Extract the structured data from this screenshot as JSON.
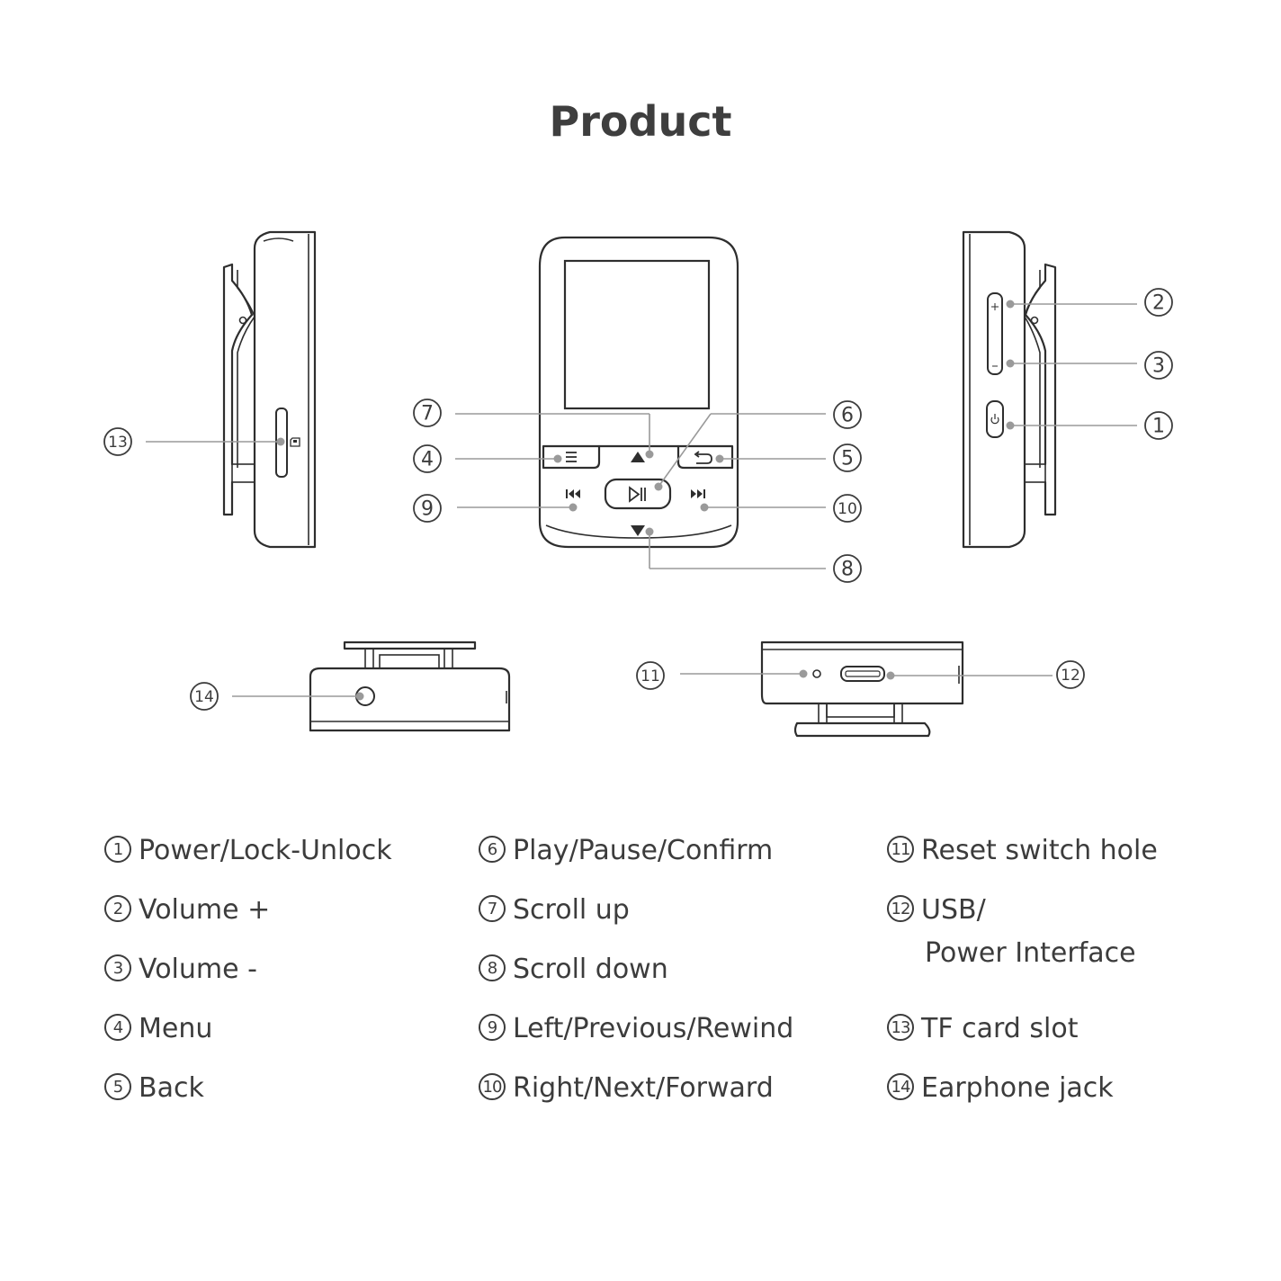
{
  "title": "Product",
  "legend": [
    {
      "num": "1",
      "text": "Power/Lock-Unlock"
    },
    {
      "num": "2",
      "text": "Volume +"
    },
    {
      "num": "3",
      "text": "Volume -"
    },
    {
      "num": "4",
      "text": "Menu"
    },
    {
      "num": "5",
      "text": "Back"
    },
    {
      "num": "6",
      "text": "Play/Pause/Confirm"
    },
    {
      "num": "7",
      "text": "Scroll up"
    },
    {
      "num": "8",
      "text": "Scroll down"
    },
    {
      "num": "9",
      "text": "Left/Previous/Rewind"
    },
    {
      "num": "10",
      "text": "Right/Next/Forward"
    },
    {
      "num": "11",
      "text": "Reset switch hole"
    },
    {
      "num": "12",
      "text": "USB/",
      "text2": "Power Interface"
    },
    {
      "num": "13",
      "text": "TF card slot"
    },
    {
      "num": "14",
      "text": "Earphone jack"
    }
  ],
  "callouts": [
    "1",
    "2",
    "3",
    "4",
    "5",
    "6",
    "7",
    "8",
    "9",
    "10",
    "11",
    "12",
    "13",
    "14"
  ],
  "icons": [
    "menu-icon",
    "back-icon",
    "play-pause-icon",
    "previous-icon",
    "next-icon",
    "up-arrow-icon",
    "down-arrow-icon",
    "power-icon",
    "sd-card-icon",
    "usb-port-icon"
  ]
}
